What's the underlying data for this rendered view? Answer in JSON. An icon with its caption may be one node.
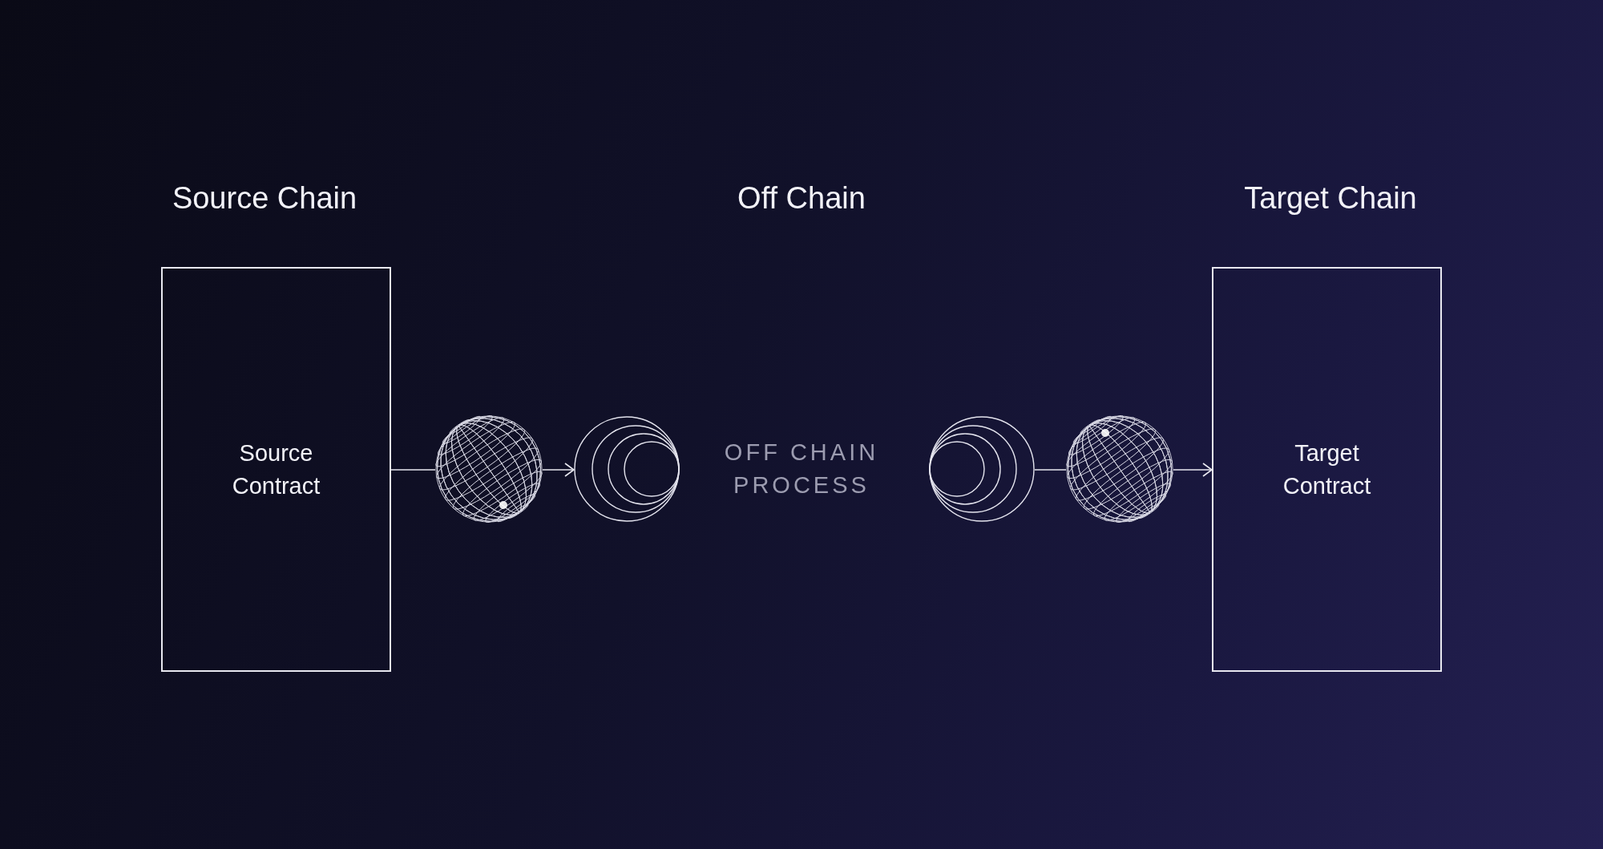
{
  "diagram": {
    "nodes": [
      {
        "text": [
          "Source Contract"
        ]
      },
      {
        "text": [],
        "shape": "picture"
      },
      {
        "text": [],
        "shape": "circle"
      },
      {
        "text": [
          "OFF CHAIN PROCESS"
        ]
      },
      {
        "text": [],
        "shape": "circle"
      },
      {
        "text": [],
        "shape": "picture"
      },
      {
        "text": [
          "Target Contract"
        ]
      }
    ],
    "edges": [
      {
        "from": 0,
        "to": 1,
        "arrow": "none"
      },
      {
        "from": 1,
        "to": 2,
        "arrow": "to"
      },
      {
        "from": 4,
        "to": 5,
        "arrow": "none"
      },
      {
        "from": 5,
        "to": 6,
        "arrow": "to"
      }
    ],
    "labels": [
      "Source Chain",
      "Off Chain",
      "Target Chain"
    ]
  }
}
